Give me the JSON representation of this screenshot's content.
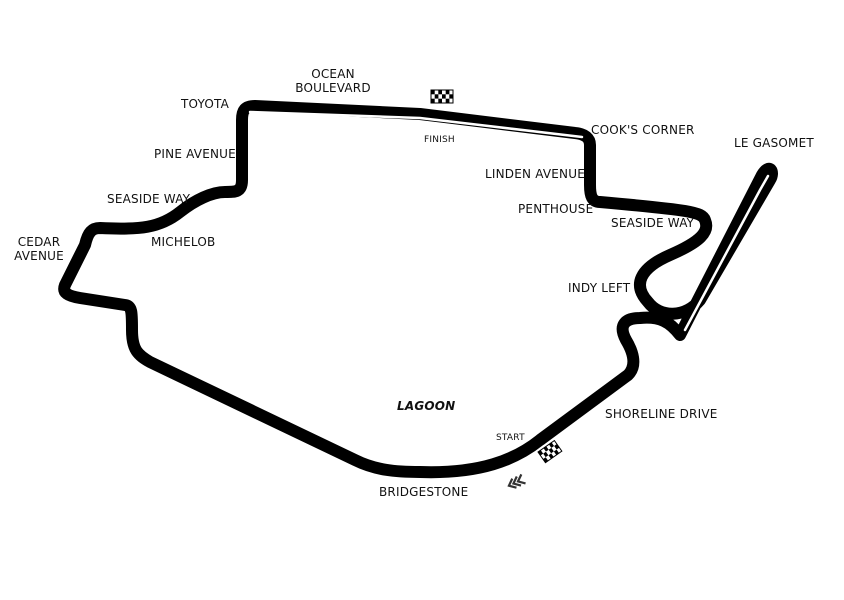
{
  "map": {
    "labels": {
      "ocean_boulevard": [
        "OCEAN",
        "BOULEVARD"
      ],
      "toyota": "TOYOTA",
      "pine_avenue": "PINE AVENUE",
      "seaside_way_west": "SEASIDE WAY",
      "michelob": "MICHELOB",
      "cedar_avenue": [
        "CEDAR",
        "AVENUE"
      ],
      "finish": "FINISH",
      "cooks_corner": "COOK'S CORNER",
      "linden_avenue": "LINDEN AVENUE",
      "le_gasomet": "LE GASOMET",
      "penthouse": "PENTHOUSE",
      "seaside_way_east": "SEASIDE WAY",
      "indy_left": "INDY LEFT",
      "lagoon": "LAGOON",
      "shoreline_drive": "SHORELINE DRIVE",
      "start": "START",
      "bridgestone": "BRIDGESTONE"
    },
    "colors": {
      "track": "#000000",
      "background": "#ffffff",
      "text": "#111111"
    },
    "icons": [
      "checkered-flag-icon",
      "direction-chevrons-icon"
    ]
  }
}
